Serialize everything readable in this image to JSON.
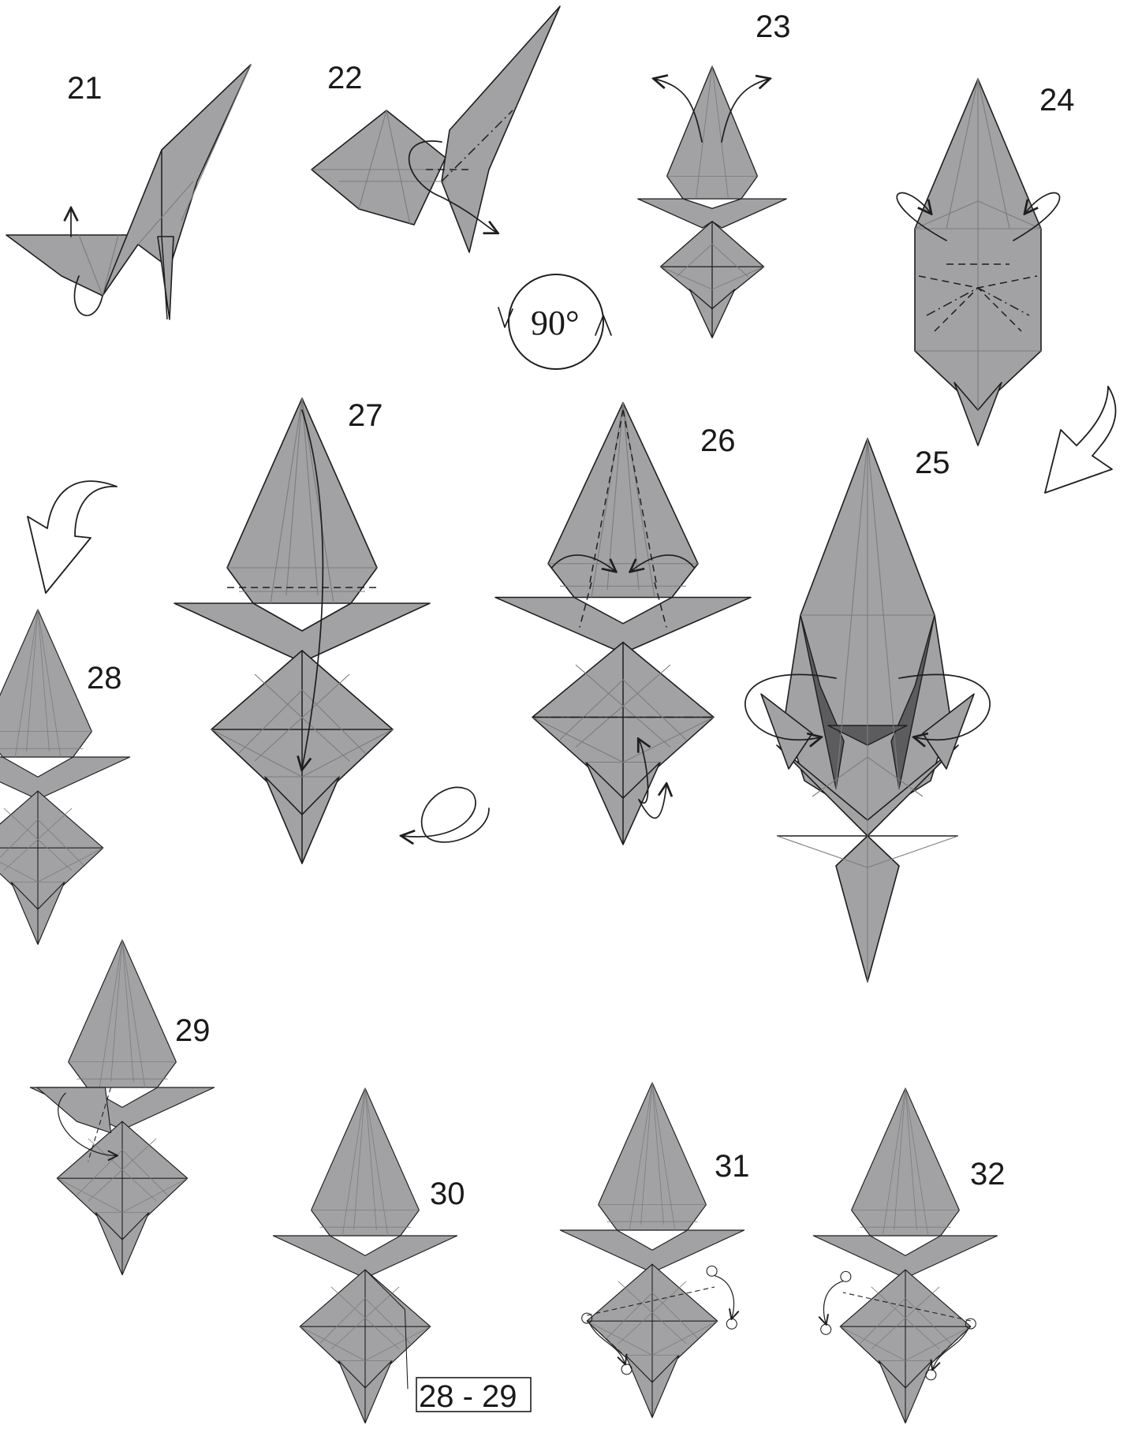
{
  "steps": [
    {
      "number": "21"
    },
    {
      "number": "22"
    },
    {
      "number": "23"
    },
    {
      "number": "24"
    },
    {
      "number": "25"
    },
    {
      "number": "26"
    },
    {
      "number": "27"
    },
    {
      "number": "28"
    },
    {
      "number": "29"
    },
    {
      "number": "30"
    },
    {
      "number": "31"
    },
    {
      "number": "32"
    }
  ],
  "rotation_symbol": {
    "label": "90°"
  },
  "repeat_reference": {
    "label": "28 - 29"
  },
  "colors": {
    "paper": "#a2a2a4",
    "paper_dark": "#5c5c5e",
    "line": "#1e1e1e",
    "crease": "#7c7c7e"
  }
}
